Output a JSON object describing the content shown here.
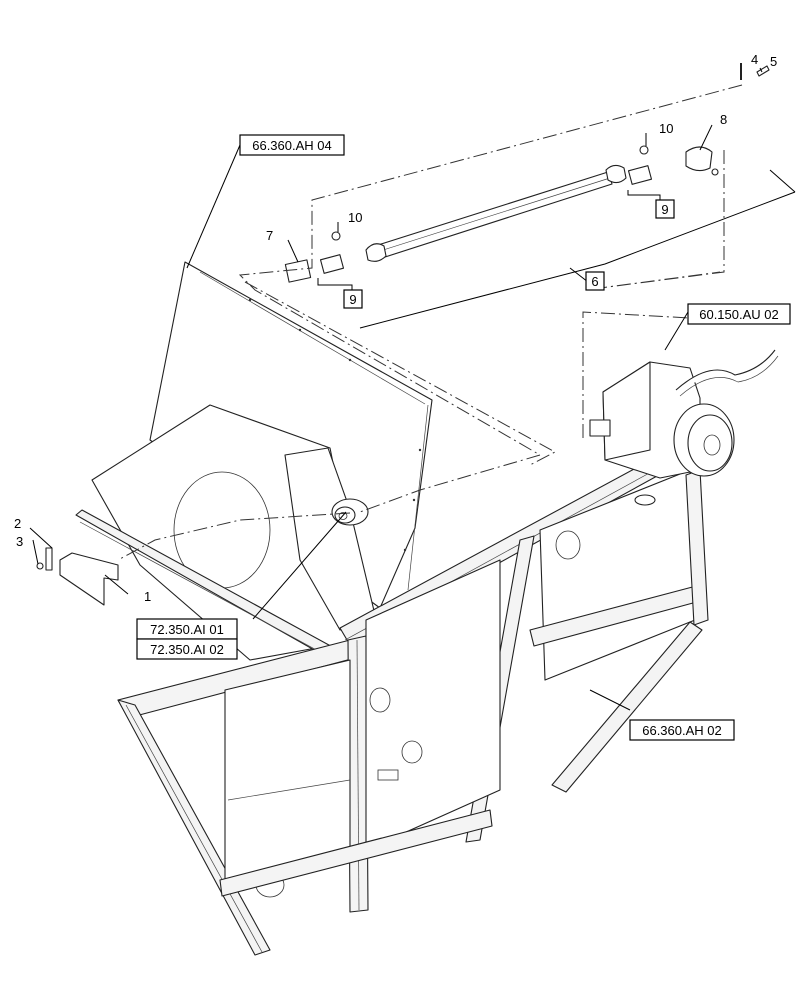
{
  "refs": {
    "r1": "66.360.AH 04",
    "r2": "60.150.AU 02",
    "r3": "72.350.AI 01",
    "r4": "72.350.AI 02",
    "r5": "66.360.AH 02"
  },
  "callouts": {
    "c1": "1",
    "c2": "2",
    "c3": "3",
    "c4": "4",
    "c5": "5",
    "c6": "6",
    "c7": "7",
    "c8": "8",
    "c9a": "9",
    "c9b": "9",
    "c10a": "10",
    "c10b": "10"
  }
}
